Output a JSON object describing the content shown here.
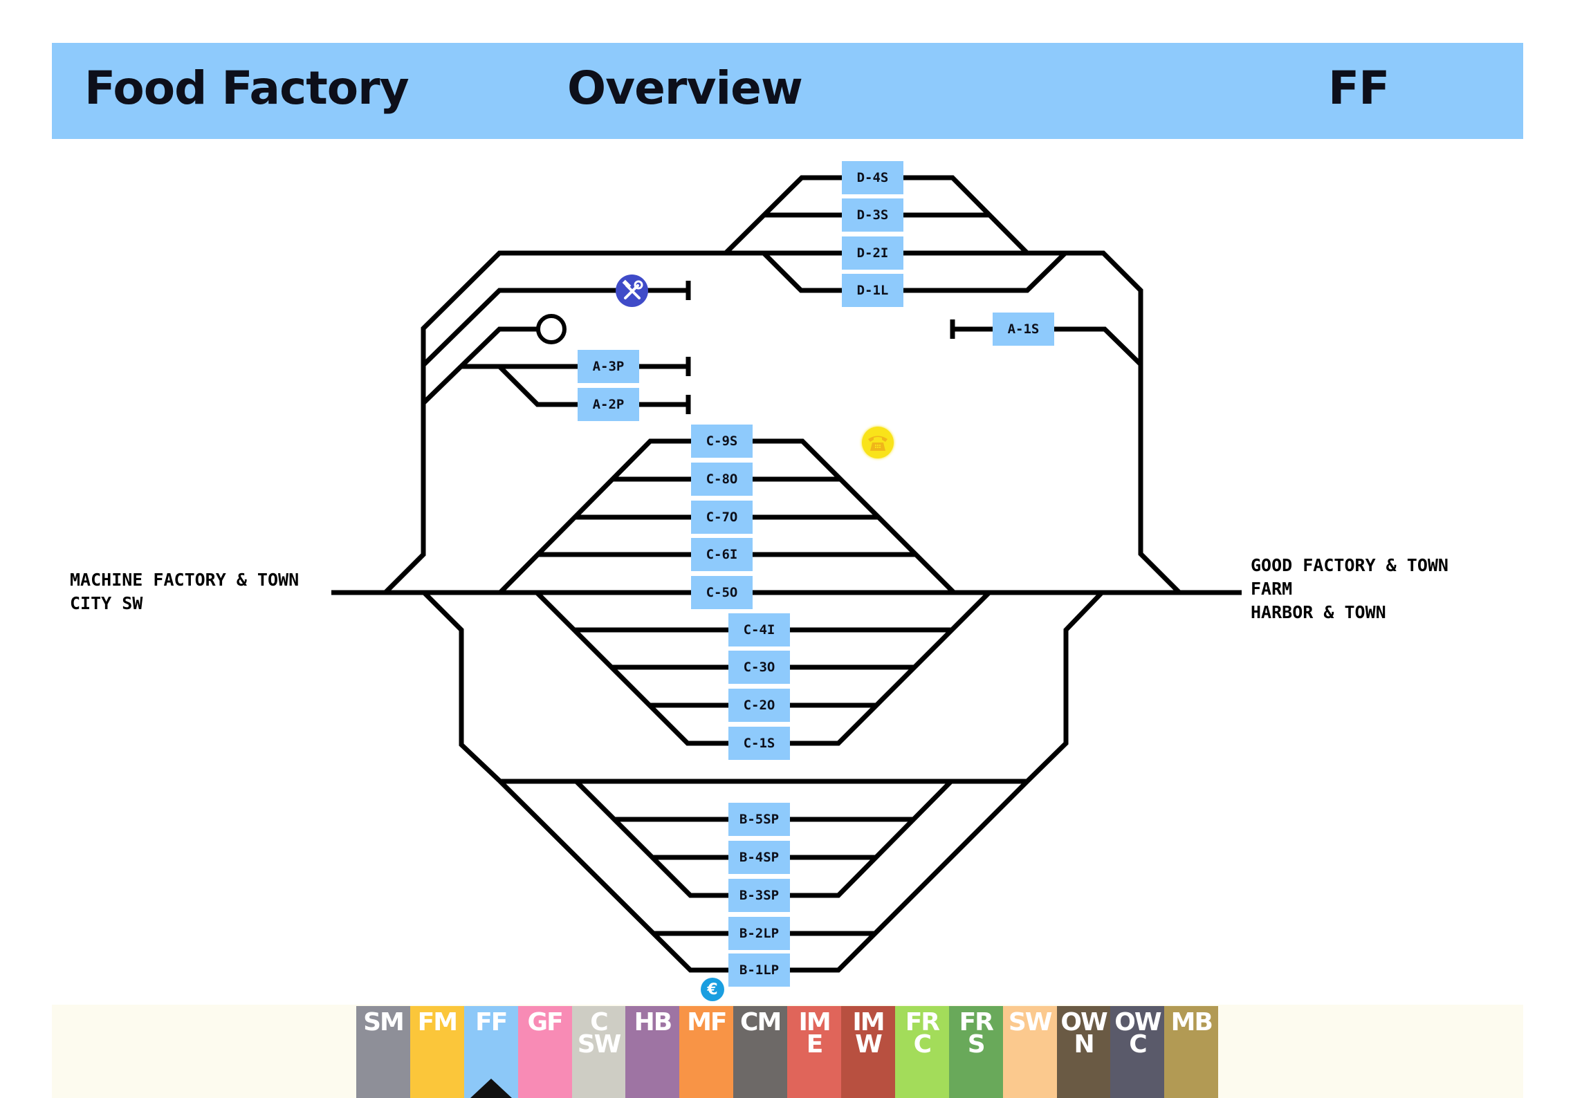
{
  "header": {
    "title": "Food Factory",
    "view": "Overview",
    "code": "FF",
    "background_color": "#8ecafc"
  },
  "destinations": {
    "west": [
      "MACHINE FACTORY & TOWN",
      "CITY SW"
    ],
    "east": [
      "GOOD FACTORY & TOWN",
      "FARM",
      "HARBOR & TOWN"
    ]
  },
  "stations": {
    "D": [
      "D-4S",
      "D-3S",
      "D-2I",
      "D-1L"
    ],
    "A": [
      "A-1S",
      "A-3P",
      "A-2P"
    ],
    "C_upper": [
      "C-9S",
      "C-8O",
      "C-7O",
      "C-6I",
      "C-5O"
    ],
    "C_lower": [
      "C-4I",
      "C-3O",
      "C-2O",
      "C-1S"
    ],
    "B": [
      "B-5SP",
      "B-4SP",
      "B-3SP",
      "B-2LP",
      "B-1LP"
    ],
    "label_color": "#8ecafc"
  },
  "icons": {
    "repair": {
      "name": "wrench-hammer-icon",
      "color": "#3f4bc8"
    },
    "signal": {
      "name": "signal-circle-icon"
    },
    "phone": {
      "name": "telephone-icon",
      "color": "#f9e31a"
    },
    "money": {
      "name": "euro-icon",
      "color": "#1a9ee0",
      "glyph": "€"
    }
  },
  "tabs": [
    {
      "label": [
        "SM"
      ],
      "color": "#8e8f98"
    },
    {
      "label": [
        "FM"
      ],
      "color": "#fbc63a"
    },
    {
      "label": [
        "FF"
      ],
      "color": "#8cc8f8",
      "selected": true
    },
    {
      "label": [
        "GF"
      ],
      "color": "#f88bb5"
    },
    {
      "label": [
        "C",
        "SW"
      ],
      "color": "#cecdc4"
    },
    {
      "label": [
        "HB"
      ],
      "color": "#9e74a3"
    },
    {
      "label": [
        "MF"
      ],
      "color": "#f89446"
    },
    {
      "label": [
        "CM"
      ],
      "color": "#6d6967"
    },
    {
      "label": [
        "IM",
        "E"
      ],
      "color": "#e0655a"
    },
    {
      "label": [
        "IM",
        "W"
      ],
      "color": "#b85040"
    },
    {
      "label": [
        "FR",
        "C"
      ],
      "color": "#a3dc5a"
    },
    {
      "label": [
        "FR",
        "S"
      ],
      "color": "#69a95a"
    },
    {
      "label": [
        "SW"
      ],
      "color": "#fbc98e"
    },
    {
      "label": [
        "OW",
        "N"
      ],
      "color": "#6a5a44"
    },
    {
      "label": [
        "OW",
        "C"
      ],
      "color": "#5a5a6a"
    },
    {
      "label": [
        "MB"
      ],
      "color": "#b29a54"
    }
  ]
}
